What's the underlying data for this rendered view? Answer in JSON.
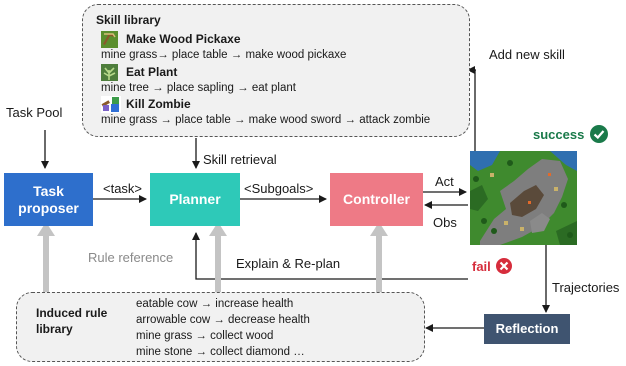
{
  "skill_library": {
    "title": "Skill library",
    "skills": [
      {
        "name": "Make Wood Pickaxe",
        "steps": "mine grass→ place table → make wood pickaxe",
        "icon": "pickaxe-icon"
      },
      {
        "name": "Eat Plant",
        "steps": "mine tree → place sapling → eat plant",
        "icon": "plant-icon"
      },
      {
        "name": "Kill Zombie",
        "steps": "mine grass → place table → make wood sword → attack zombie",
        "icon": "zombie-icon"
      }
    ]
  },
  "nodes": {
    "task_proposer": "Task\nproposer",
    "planner": "Planner",
    "controller": "Controller",
    "reflection": "Reflection"
  },
  "labels": {
    "task_pool": "Task Pool",
    "add_new_skill": "Add new skill",
    "success": "success",
    "skill_retrieval": "Skill retrieval",
    "task": "<task>",
    "subgoals": "<Subgoals>",
    "act": "Act",
    "obs": "Obs",
    "rule_reference": "Rule reference",
    "explain_replan": "Explain & Re-plan",
    "fail": "fail",
    "trajectories": "Trajectories"
  },
  "rule_library": {
    "title": "Induced rule\nlibrary",
    "rules": [
      "eatable cow → increase health",
      "arrowable cow → decrease health",
      "mine grass → collect wood",
      "mine stone → collect diamond …"
    ]
  },
  "colors": {
    "task_proposer": "#2e6fcc",
    "planner": "#2ec9b8",
    "controller": "#ee7a86",
    "reflection": "#3f5470",
    "success": "#1a7a4a",
    "fail": "#d62d3c",
    "arrow_gray": "#c4c4c4"
  }
}
